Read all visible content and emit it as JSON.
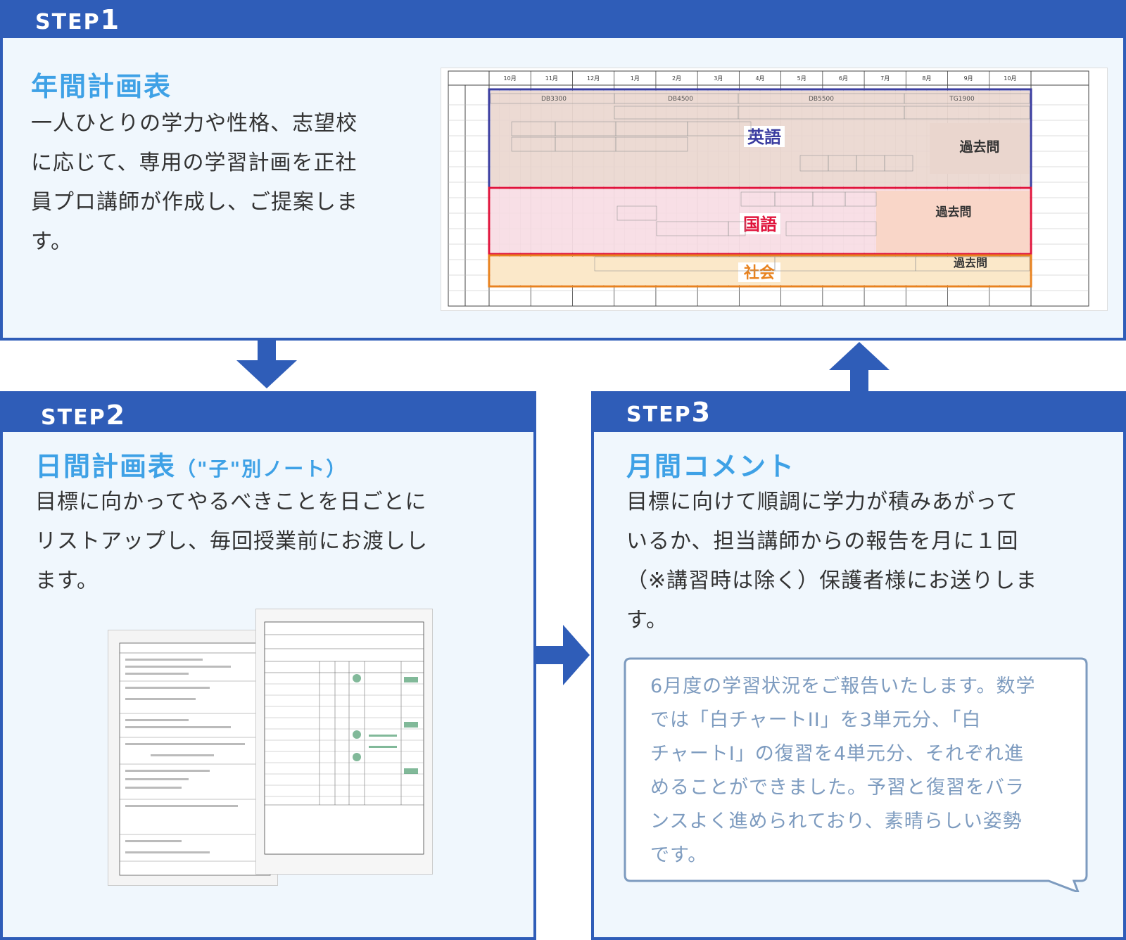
{
  "step1": {
    "word": "STEP",
    "num": "1",
    "title": "年間計画表",
    "lines": [
      "一人ひとりの学力や性格、志望校",
      "に応じて、専用の学習計画を正社",
      "員プロ講師が作成し、ご提案しま",
      "す。"
    ],
    "annual": {
      "months": [
        "10月",
        "11月",
        "12月",
        "1月",
        "2月",
        "3月",
        "4月",
        "5月",
        "6月",
        "7月",
        "8月",
        "9月",
        "10月"
      ],
      "english_label": "英語",
      "japanese_label": "国語",
      "social_label": "社会",
      "kakomon": "過去問",
      "books": [
        "DB3300",
        "DB4500",
        "DB5500",
        "TG1900"
      ]
    }
  },
  "step2": {
    "word": "STEP",
    "num": "2",
    "title": "日間計画表",
    "title_sub": "（\"子\"別ノート）",
    "lines": [
      "目標に向かってやるべきことを日ごとに",
      "リストアップし、毎回授業前にお渡しし",
      "ます。"
    ]
  },
  "step3": {
    "word": "STEP",
    "num": "3",
    "title": "月間コメント",
    "lines": [
      "目標に向けて順調に学力が積みあがって",
      "いるか、担当講師からの報告を月に１回",
      "（※講習時は除く）保護者様にお送りしま",
      "す。"
    ],
    "comment_lines": [
      "6月度の学習状況をご報告いたします。数学",
      "では「白チャートII」を3単元分、「白",
      "チャートI」の復習を4単元分、それぞれ進",
      "めることができました。予習と復習をバラ",
      "ンスよく進められており、素晴らしい姿勢",
      "です。"
    ]
  },
  "colors": {
    "primary": "#2f5db8",
    "title_blue": "#3ea1e6",
    "panel_bg": "#f0f7fd",
    "comment_text": "#7d9bbf",
    "english_border": "#3b3da0",
    "japanese_border": "#e0143c",
    "social_border": "#e8821e"
  }
}
